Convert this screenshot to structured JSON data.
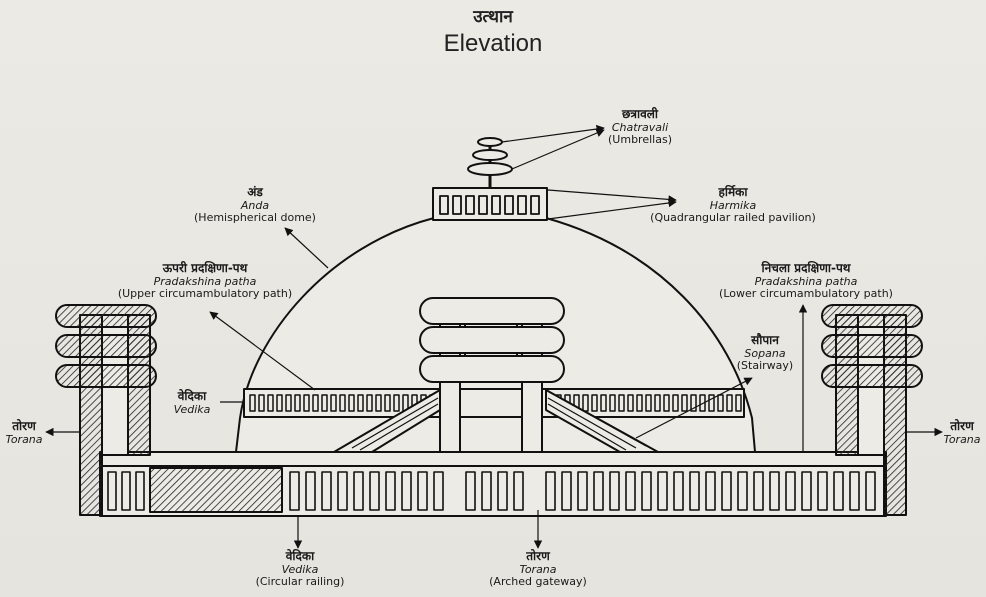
{
  "title": {
    "hindi": "उत्थान",
    "english": "Elevation"
  },
  "labels": {
    "chatravali": {
      "hindi": "छत्रावली",
      "transliteration": "Chatravali",
      "english": "(Umbrellas)"
    },
    "harmika": {
      "hindi": "हर्मिका",
      "transliteration": "Harmika",
      "english": "(Quadrangular railed pavilion)"
    },
    "anda": {
      "hindi": "अंड",
      "transliteration": "Anda",
      "english": "(Hemispherical dome)"
    },
    "upper_path": {
      "hindi": "ऊपरी प्रदक्षिणा-पथ",
      "transliteration": "Pradakshina patha",
      "english": "(Upper circumambulatory path)"
    },
    "lower_path": {
      "hindi": "निचला प्रदक्षिणा-पथ",
      "transliteration": "Pradakshina patha",
      "english": "(Lower circumambulatory path)"
    },
    "sopana": {
      "hindi": "सौपान",
      "transliteration": "Sopana",
      "english": "(Stairway)"
    },
    "vedika_upper": {
      "hindi": "वेदिका",
      "transliteration": "Vedika"
    },
    "torana_left": {
      "hindi": "तोरण",
      "transliteration": "Torana"
    },
    "torana_right": {
      "hindi": "तोरण",
      "transliteration": "Torana"
    },
    "vedika_lower": {
      "hindi": "वेदिका",
      "transliteration": "Vedika",
      "english": "(Circular railing)"
    },
    "torana_center": {
      "hindi": "तोरण",
      "transliteration": "Torana",
      "english": "(Arched gateway)"
    }
  }
}
